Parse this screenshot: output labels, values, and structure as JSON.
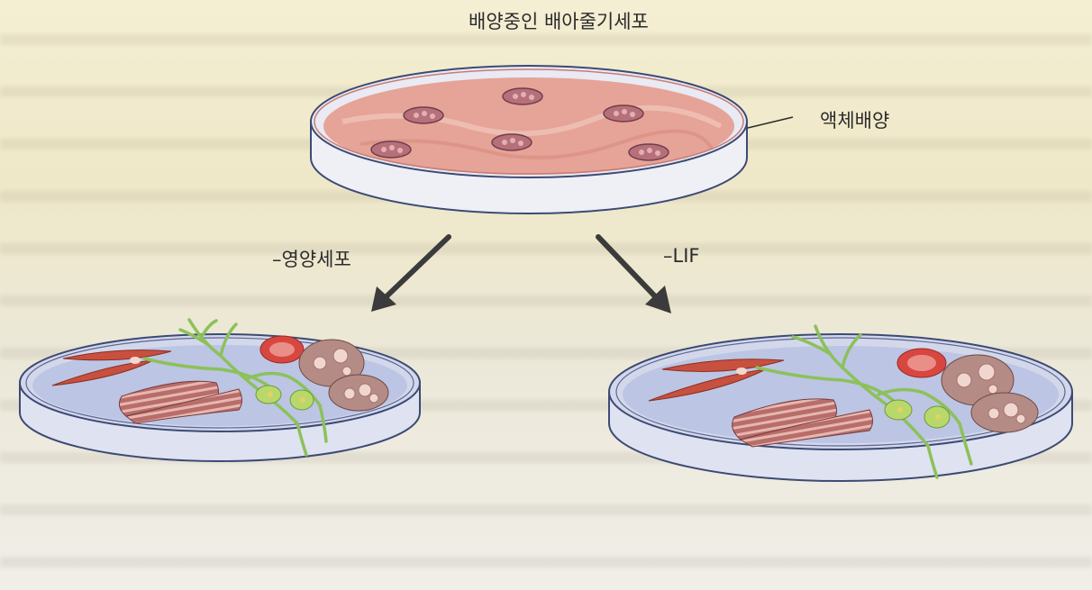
{
  "diagram": {
    "title": "배양중인 배아줄기세포",
    "culture_label": "액체배양",
    "left_condition": "–영양세포",
    "right_condition": "–LIF"
  },
  "colors": {
    "dish_rim": "#3c4a74",
    "medium_pink": "#e6a397",
    "medium_blue": "#bcc5e4",
    "muscle_red": "#c8503e",
    "neuron_green": "#8cc15a",
    "arrow": "#3b3b3b"
  }
}
